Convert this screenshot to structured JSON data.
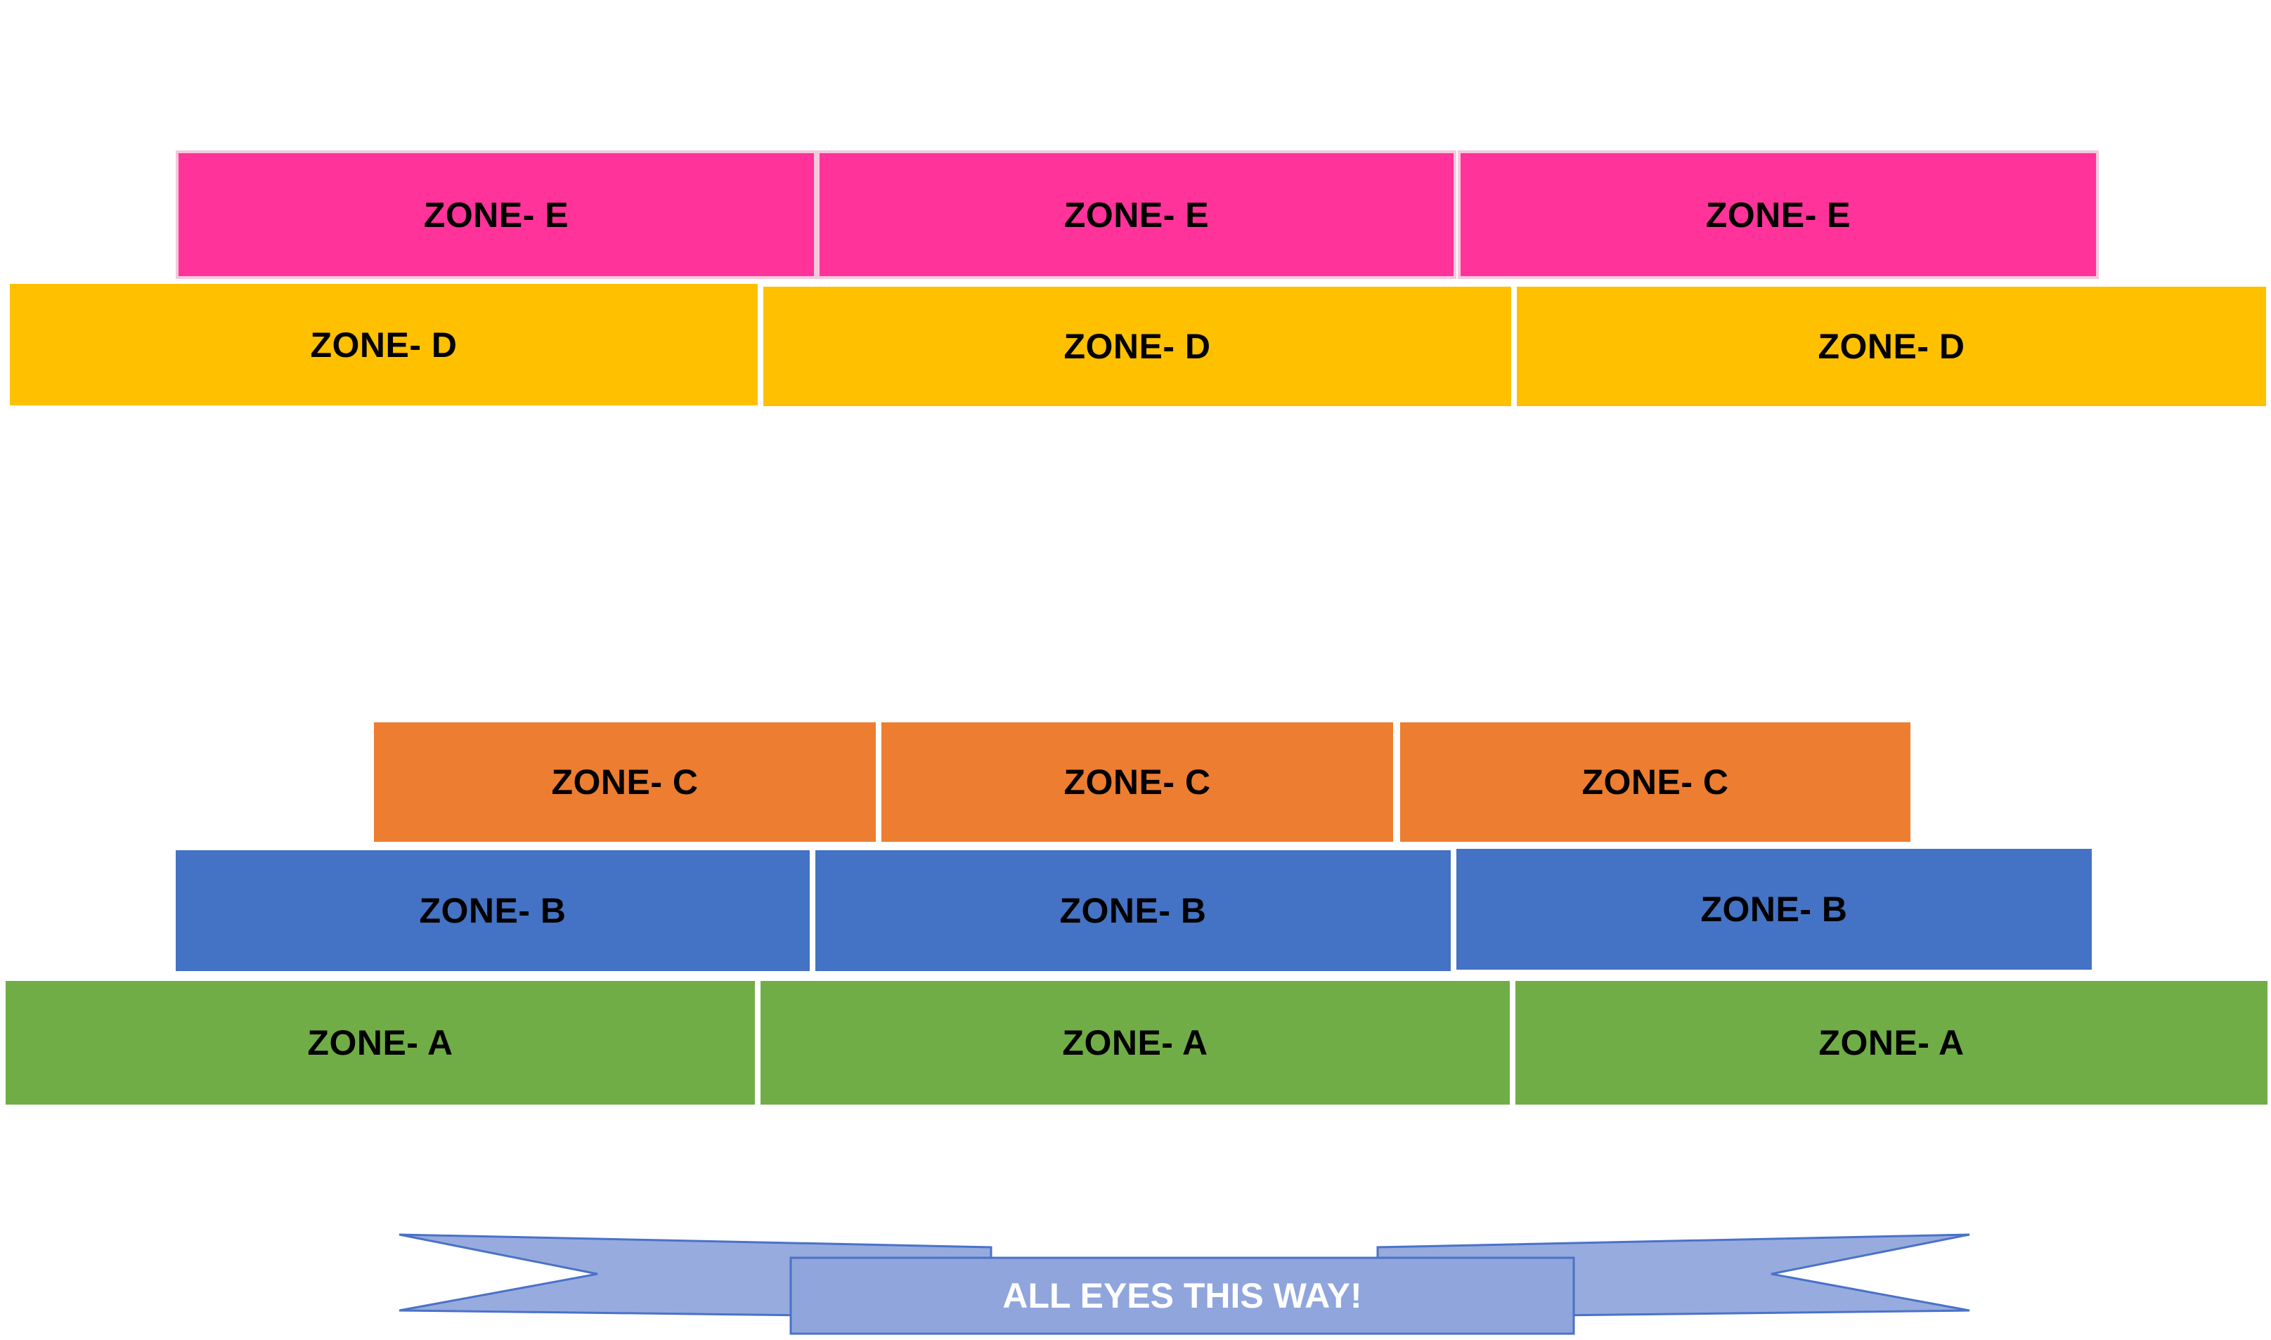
{
  "rows": {
    "e": [
      "ZONE- E",
      "ZONE- E",
      "ZONE- E"
    ],
    "d": [
      "ZONE- D",
      "ZONE- D",
      "ZONE- D"
    ],
    "c": [
      "ZONE- C",
      "ZONE- C",
      "ZONE- C"
    ],
    "b": [
      "ZONE- B",
      "ZONE- B",
      "ZONE- B"
    ],
    "a": [
      "ZONE- A",
      "ZONE- A",
      "ZONE- A"
    ]
  },
  "banner": {
    "label": "ALL EYES THIS WAY!"
  },
  "colors": {
    "zone_e": "#FF3399",
    "zone_d": "#FFC000",
    "zone_c": "#ED7D31",
    "zone_b": "#4472C4",
    "zone_a": "#70AD47",
    "banner": "#97ABDE"
  }
}
